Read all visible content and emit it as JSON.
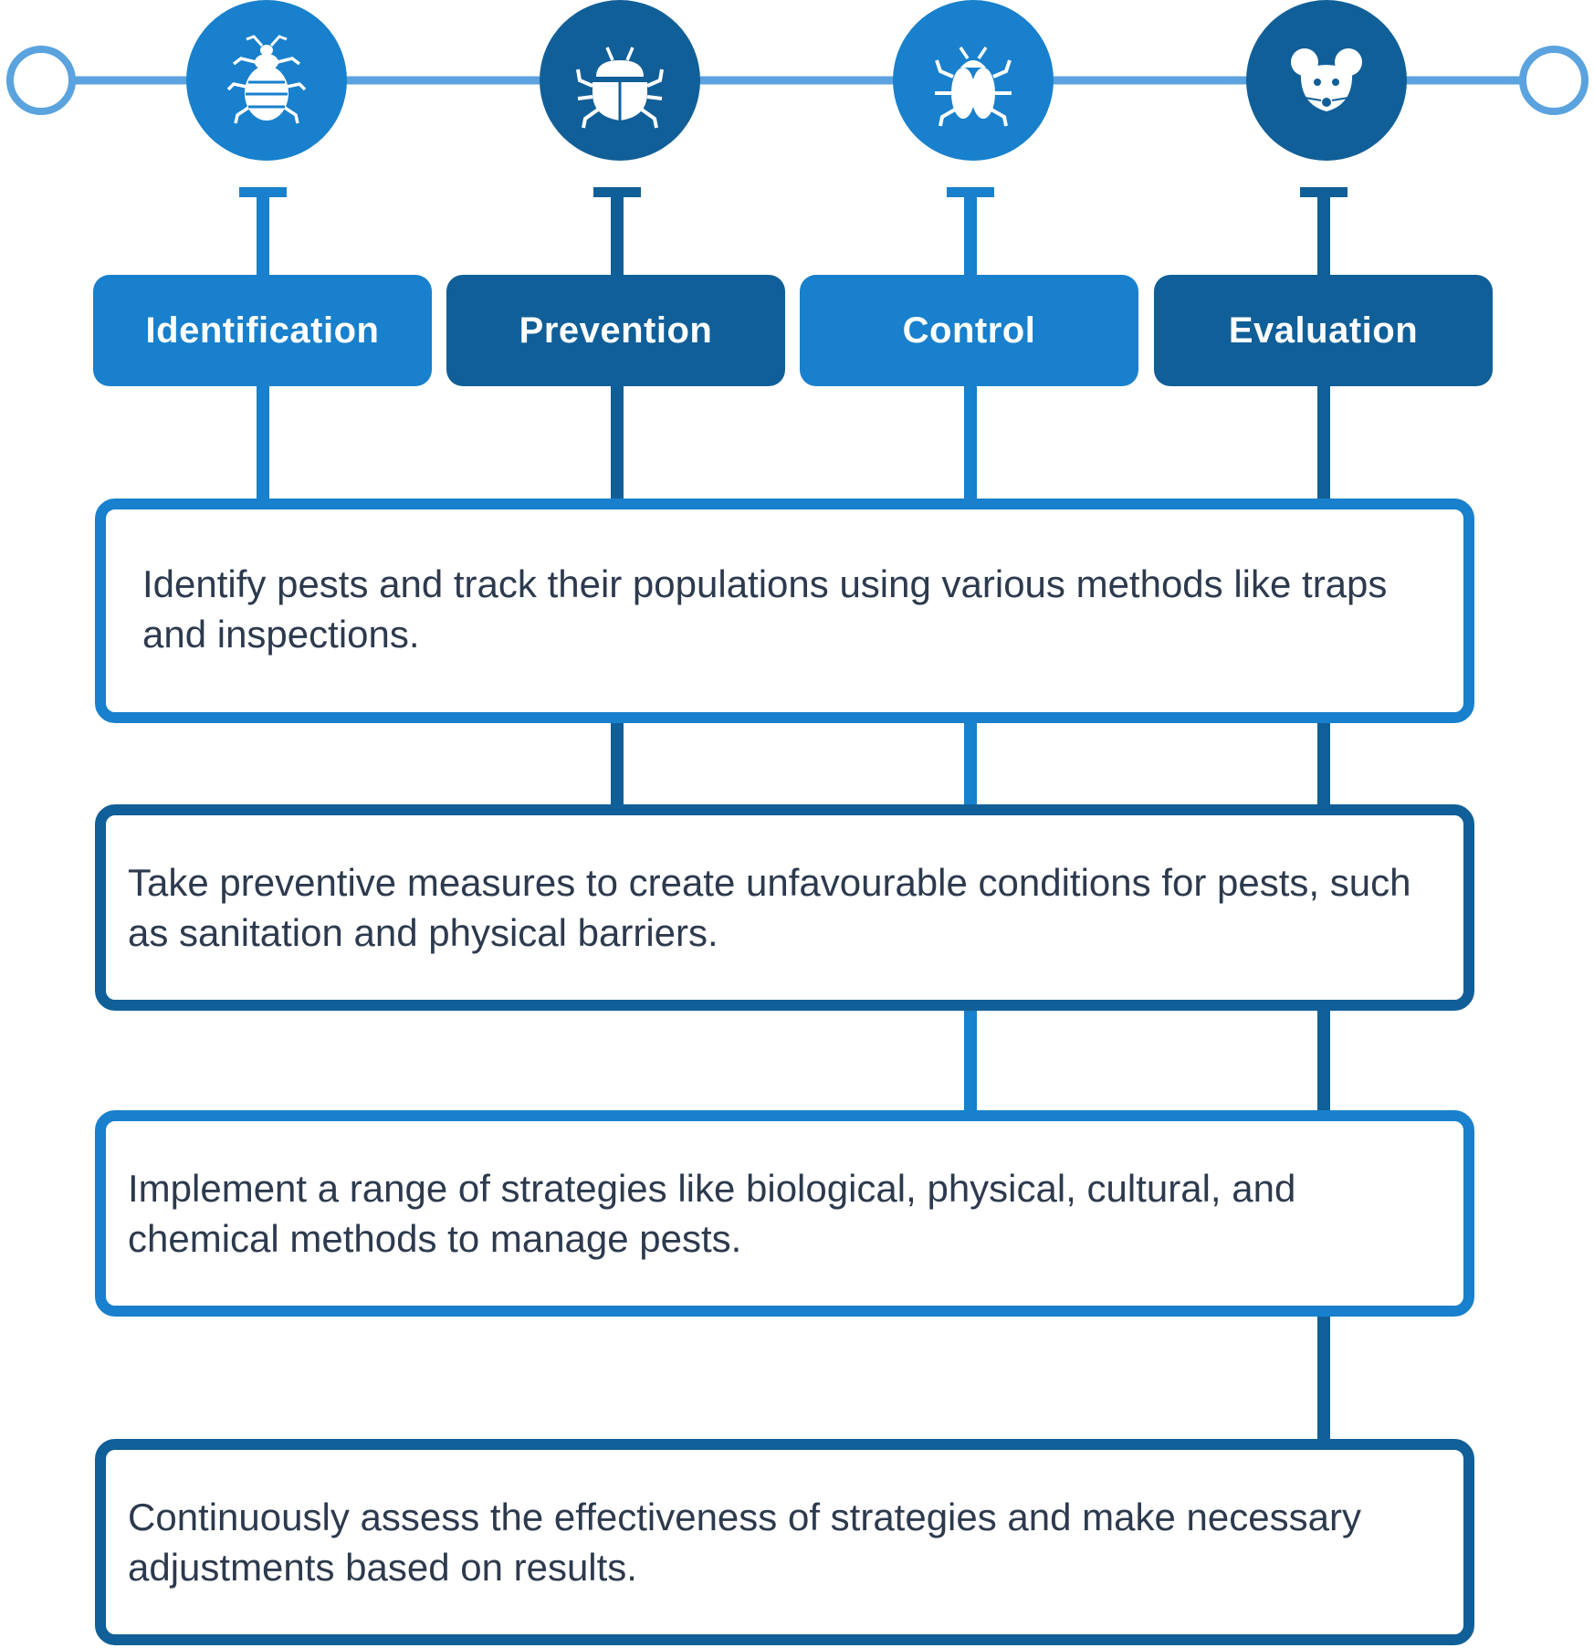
{
  "colors": {
    "timeline": "#5ba3de",
    "light_blue": "#1880cc",
    "dark_blue": "#115f98",
    "text": "#2d3a4e",
    "white": "#ffffff"
  },
  "stages": [
    {
      "label": "Identification",
      "icon": "bed-bug-icon",
      "color": "light_blue"
    },
    {
      "label": "Prevention",
      "icon": "beetle-icon",
      "color": "dark_blue"
    },
    {
      "label": "Control",
      "icon": "bug-icon",
      "color": "light_blue"
    },
    {
      "label": "Evaluation",
      "icon": "mouse-icon",
      "color": "dark_blue"
    }
  ],
  "descriptions": [
    "Identify pests and track their populations using various methods like traps and inspections.",
    "Take preventive measures to create unfavourable conditions for pests, such as sanitation and physical barriers.",
    "Implement a range of strategies like biological, physical, cultural, and chemical methods to manage pests.",
    "Continuously assess the effectiveness of strategies and make necessary adjustments based on results."
  ]
}
